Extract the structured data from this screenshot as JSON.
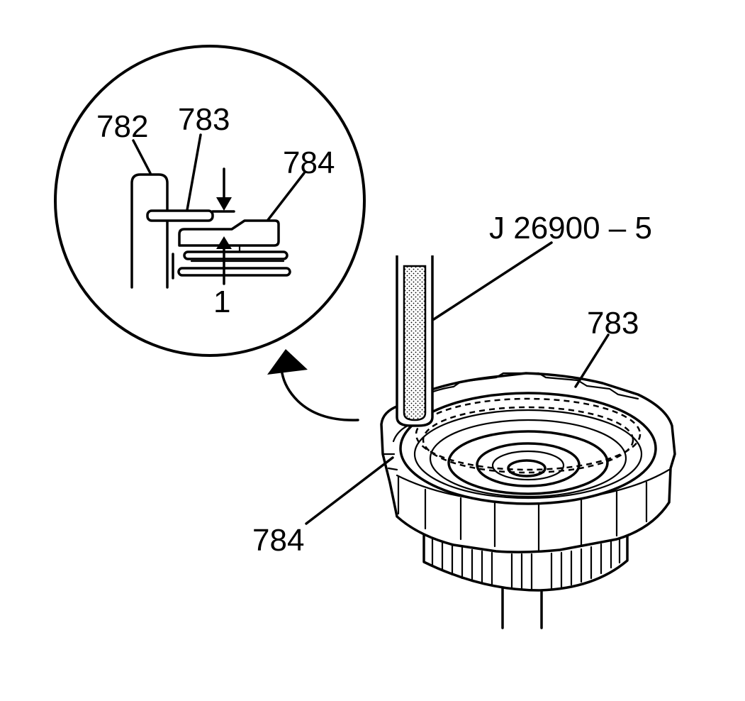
{
  "labels": {
    "detail_782": "782",
    "detail_783": "783",
    "detail_784": "784",
    "detail_1": "1",
    "tool": "J 26900 – 5",
    "main_783": "783",
    "main_784": "784"
  }
}
